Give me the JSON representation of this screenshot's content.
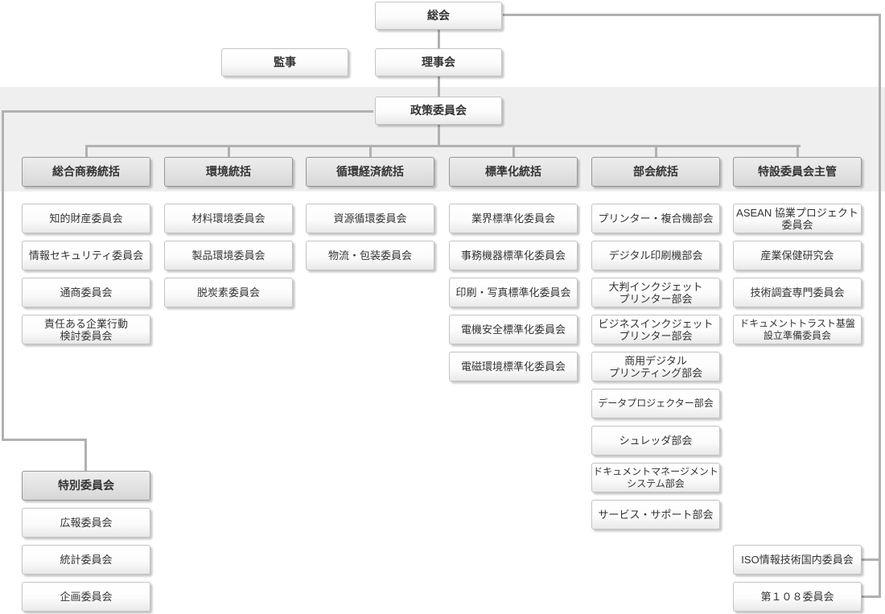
{
  "colors": {
    "band_background": "#f0efef",
    "connector_line": "#b1b1b1",
    "header_box_fill": "#e3e2e2",
    "header_box_border": "#979797",
    "committee_box_border": "#c3c3c3",
    "text": "#333333"
  },
  "top_nodes": {
    "general_assembly": "総会",
    "auditor": "監事",
    "board_of_directors": "理事会",
    "policy_committee": "政策委員会"
  },
  "divisions": [
    {
      "header": "総合商務統括",
      "items": [
        "知的財産委員会",
        "情報セキュリティ委員会",
        "通商委員会",
        "責任ある企業行動\n検討委員会"
      ]
    },
    {
      "header": "環境統括",
      "items": [
        "材料環境委員会",
        "製品環境委員会",
        "脱炭素委員会"
      ]
    },
    {
      "header": "循環経済統括",
      "items": [
        "資源循環委員会",
        "物流・包装委員会"
      ]
    },
    {
      "header": "標準化統括",
      "items": [
        "業界標準化委員会",
        "事務機器標準化委員会",
        "印刷・写真標準化委員会",
        "電機安全標準化委員会",
        "電磁環境標準化委員会"
      ]
    },
    {
      "header": "部会統括",
      "items": [
        "プリンター・複合機部会",
        "デジタル印刷機部会",
        "大判インクジェット\nプリンター部会",
        "ビジネスインクジェット\nプリンター部会",
        "商用デジタル\nプリンティング部会",
        "データプロジェクター部会",
        "シュレッダ部会",
        "ドキュメントマネージメント\nシステム部会",
        "サービス・サポート部会"
      ]
    },
    {
      "header": "特設委員会主管",
      "items": [
        "ASEAN 協業プロジェクト\n委員会",
        "産業保健研究会",
        "技術調査専門委員会",
        "ドキュメントトラスト基盤\n設立準備委員会"
      ]
    }
  ],
  "special_committee": {
    "header": "特別委員会",
    "items": [
      "広報委員会",
      "統計委員会",
      "企画委員会"
    ]
  },
  "assembly_direct_committees": [
    "ISO情報技術国内委員会",
    "第１０８委員会"
  ]
}
